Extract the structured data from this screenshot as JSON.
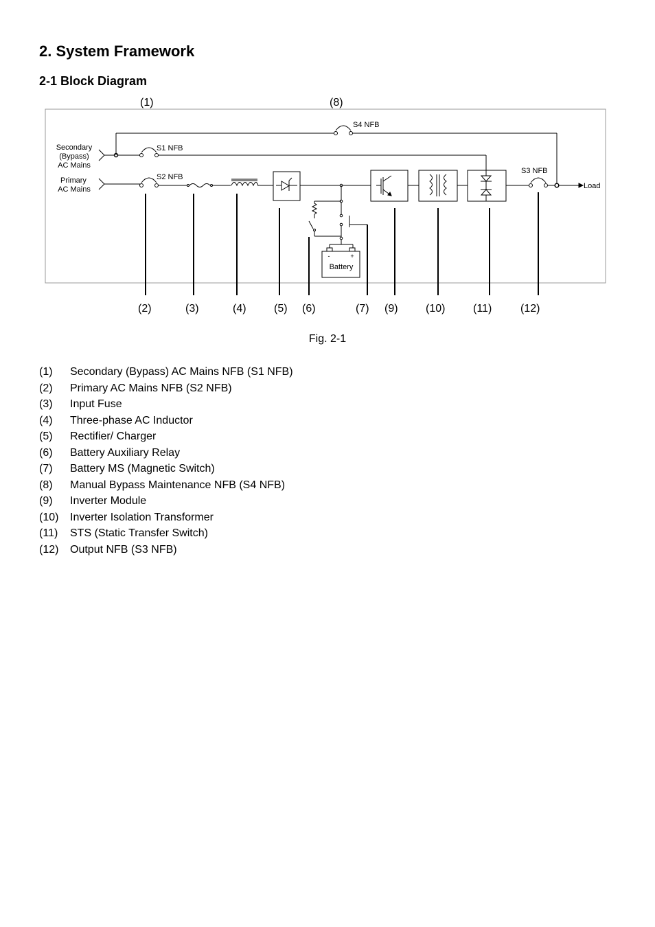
{
  "heading": "2. System Framework",
  "subheading": "2-1 Block Diagram",
  "figure": {
    "caption": "Fig. 2-1",
    "callouts_top": [
      "(1)",
      "(8)"
    ],
    "callouts_bottom": [
      "(2)",
      "(3)",
      "(4)",
      "(5)",
      "(6)",
      "(7)",
      "(9)",
      "(10)",
      "(11)",
      "(12)"
    ],
    "labels": {
      "secondary_line1": "Secondary",
      "secondary_line2": "(Bypass)",
      "secondary_line3": "AC Mains",
      "primary_line1": "Primary",
      "primary_line2": "AC Mains",
      "s1": "S1 NFB",
      "s2": "S2 NFB",
      "s3": "S3 NFB",
      "s4": "S4 NFB",
      "load": "Load",
      "battery": "Battery",
      "battery_minus": "-",
      "battery_plus": "+"
    }
  },
  "legend": [
    {
      "num": "(1)",
      "text": "Secondary (Bypass) AC Mains NFB (S1 NFB)"
    },
    {
      "num": "(2)",
      "text": "Primary AC Mains NFB (S2 NFB)"
    },
    {
      "num": "(3)",
      "text": "Input Fuse"
    },
    {
      "num": "(4)",
      "text": "Three-phase AC Inductor"
    },
    {
      "num": "(5)",
      "text": "Rectifier/ Charger"
    },
    {
      "num": "(6)",
      "text": "Battery Auxiliary Relay"
    },
    {
      "num": "(7)",
      "text": "Battery MS (Magnetic Switch)"
    },
    {
      "num": "(8)",
      "text": "Manual Bypass Maintenance NFB (S4 NFB)"
    },
    {
      "num": "(9)",
      "text": "Inverter Module"
    },
    {
      "num": "(10)",
      "text": "Inverter Isolation Transformer"
    },
    {
      "num": "(11)",
      "text": "STS (Static Transfer Switch)"
    },
    {
      "num": "(12)",
      "text": "Output NFB (S3 NFB)"
    }
  ]
}
